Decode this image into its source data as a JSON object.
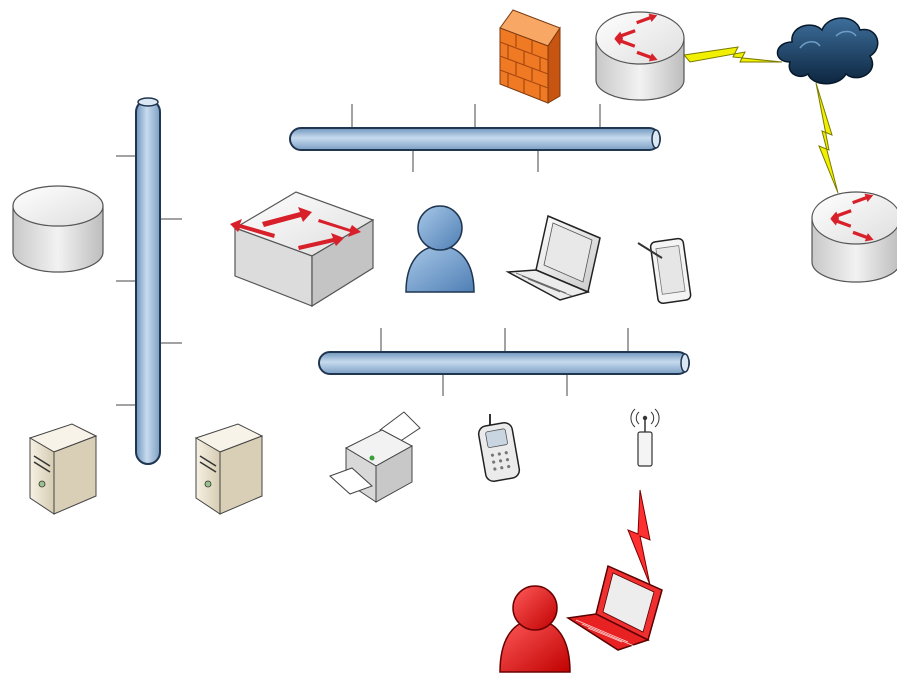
{
  "diagram": {
    "type": "network-topology",
    "colors": {
      "background": "#ffffff",
      "bus_pipe": "#a9c4de",
      "bus_outline": "#1f3550",
      "device_gray": "#e6e6e6",
      "arrow_red": "#d8202a",
      "firewall_orange": "#f07a24",
      "user_blue": "#6fa0d0",
      "intruder_red": "#e01818",
      "cloud_dark": "#1a4266",
      "bolt_yellow": "#f0f000",
      "bolt_red": "#ff3030",
      "server_beige": "#ece4d0"
    },
    "buses": [
      {
        "id": "bus-vertical",
        "orientation": "vertical"
      },
      {
        "id": "bus-top",
        "orientation": "horizontal"
      },
      {
        "id": "bus-bottom",
        "orientation": "horizontal"
      }
    ],
    "nodes": [
      {
        "id": "firewall",
        "icon": "firewall-icon"
      },
      {
        "id": "router-top",
        "icon": "router-icon"
      },
      {
        "id": "cloud",
        "icon": "cloud-icon"
      },
      {
        "id": "router-right",
        "icon": "router-icon"
      },
      {
        "id": "database",
        "icon": "database-icon"
      },
      {
        "id": "switch",
        "icon": "switch-icon"
      },
      {
        "id": "user",
        "icon": "user-icon"
      },
      {
        "id": "laptop",
        "icon": "laptop-icon"
      },
      {
        "id": "tablet",
        "icon": "tablet-icon"
      },
      {
        "id": "server-left",
        "icon": "server-icon"
      },
      {
        "id": "server-right",
        "icon": "server-icon"
      },
      {
        "id": "printer",
        "icon": "printer-icon"
      },
      {
        "id": "mobile-phone",
        "icon": "mobile-phone-icon"
      },
      {
        "id": "wireless-access-point",
        "icon": "wireless-access-point-icon"
      },
      {
        "id": "intruder-user",
        "icon": "user-icon"
      },
      {
        "id": "intruder-laptop",
        "icon": "laptop-icon"
      }
    ],
    "links": [
      {
        "from": "router-top",
        "to": "cloud",
        "style": "lightning",
        "color": "yellow"
      },
      {
        "from": "cloud",
        "to": "router-right",
        "style": "lightning",
        "color": "yellow"
      },
      {
        "from": "wireless-access-point",
        "to": "intruder-laptop",
        "style": "lightning",
        "color": "red"
      }
    ]
  }
}
